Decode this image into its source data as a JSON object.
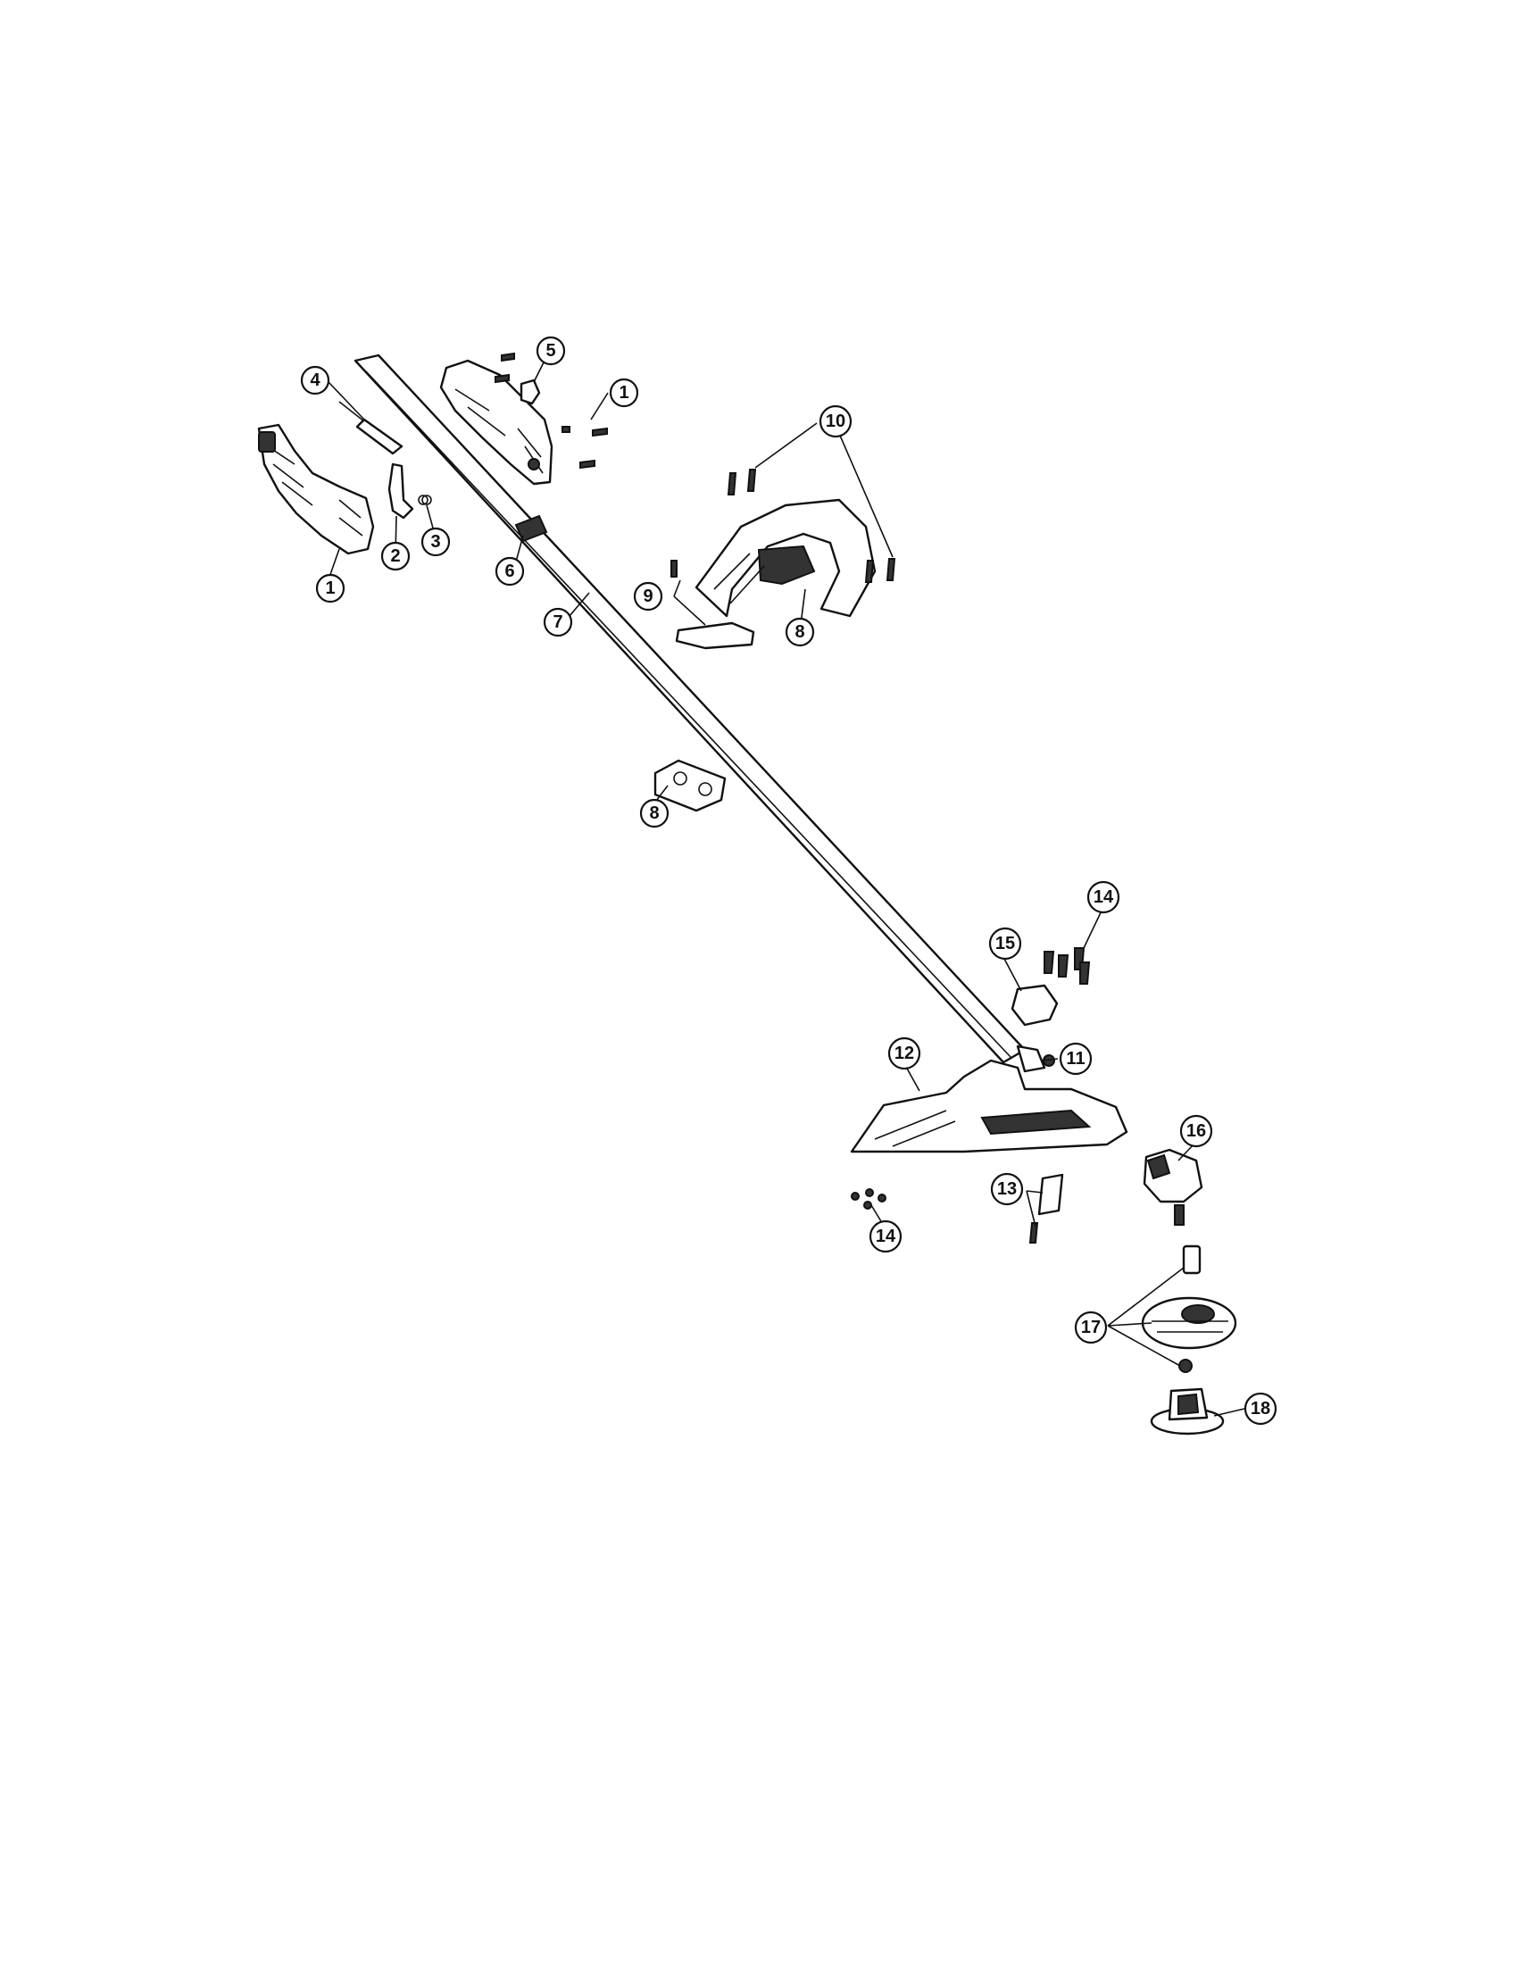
{
  "diagram": {
    "callouts": [
      {
        "id": "c1a",
        "label": "1"
      },
      {
        "id": "c1b",
        "label": "1"
      },
      {
        "id": "c2",
        "label": "2"
      },
      {
        "id": "c3",
        "label": "3"
      },
      {
        "id": "c4",
        "label": "4"
      },
      {
        "id": "c5",
        "label": "5"
      },
      {
        "id": "c6",
        "label": "6"
      },
      {
        "id": "c7",
        "label": "7"
      },
      {
        "id": "c8a",
        "label": "8"
      },
      {
        "id": "c8b",
        "label": "8"
      },
      {
        "id": "c9",
        "label": "9"
      },
      {
        "id": "c10",
        "label": "10"
      },
      {
        "id": "c11",
        "label": "11"
      },
      {
        "id": "c12",
        "label": "12"
      },
      {
        "id": "c13",
        "label": "13"
      },
      {
        "id": "c14a",
        "label": "14"
      },
      {
        "id": "c14b",
        "label": "14"
      },
      {
        "id": "c15",
        "label": "15"
      },
      {
        "id": "c16",
        "label": "16"
      },
      {
        "id": "c17",
        "label": "17"
      },
      {
        "id": "c18",
        "label": "18"
      }
    ]
  }
}
